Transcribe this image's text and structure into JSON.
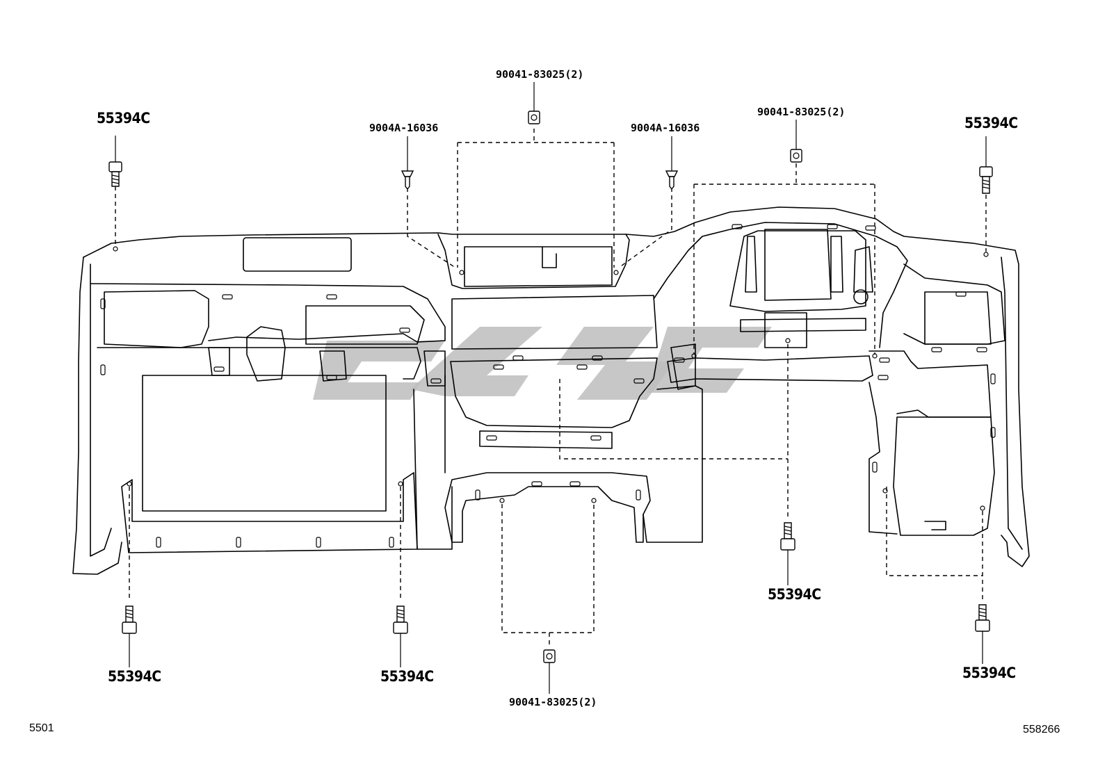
{
  "callouts": {
    "bolt_left_top": "55394C",
    "bolt_right_top": "55394C",
    "bolt_bottom_1": "55394C",
    "bolt_bottom_2": "55394C",
    "bolt_center": "55394C",
    "bolt_bottom_right": "55394C",
    "clip_left": "9004A-16036",
    "clip_right": "9004A-16036",
    "nut_top_center": "90041-83025(2)",
    "nut_top_right": "90041-83025(2)",
    "nut_bottom": "90041-83025(2)"
  },
  "footer": {
    "page_code": "5501",
    "drawing_number": "558266"
  }
}
